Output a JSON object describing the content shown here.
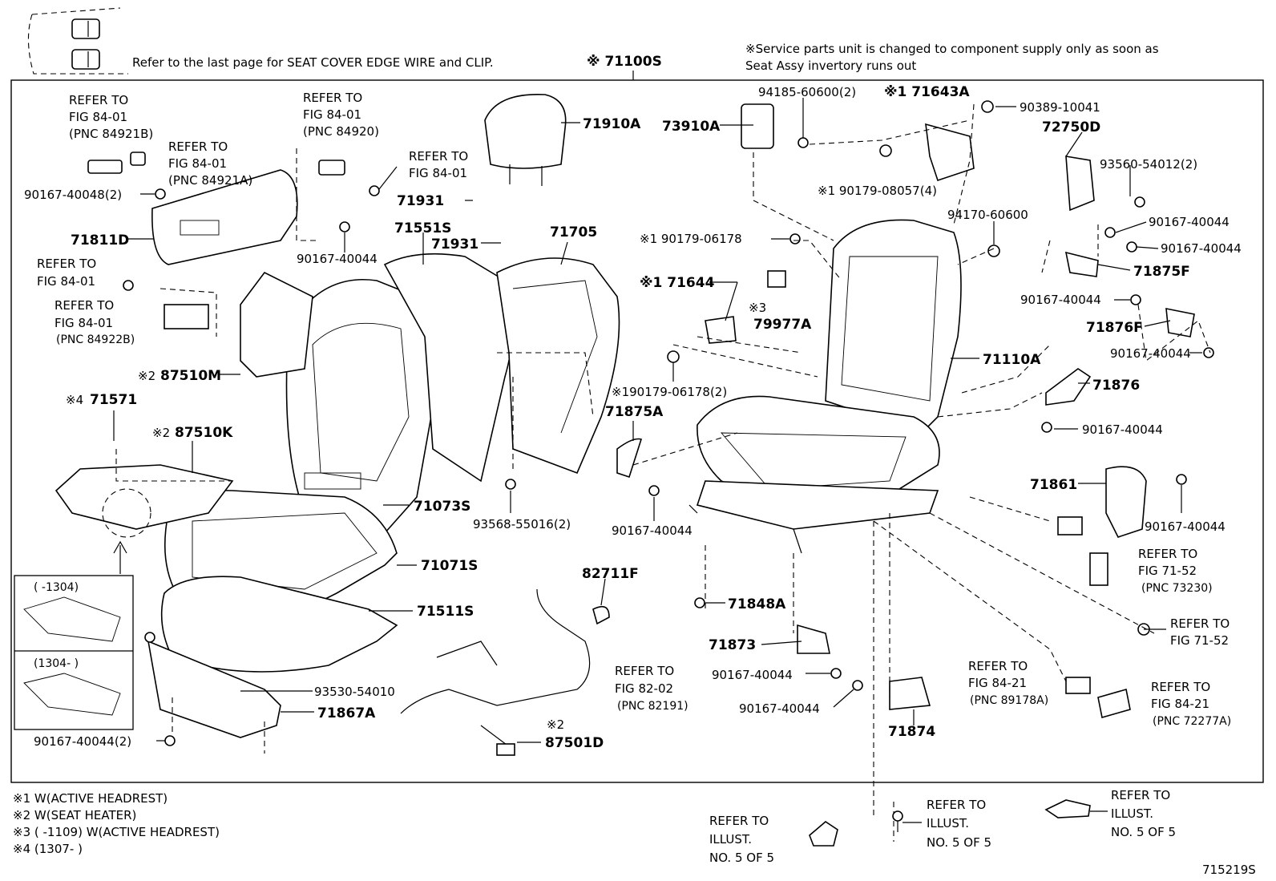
{
  "header": {
    "edge_note": "Refer to the last page for SEAT COVER EDGE WIRE and CLIP.",
    "assy_part": "※ 71100S",
    "service_note_1": "※Service parts unit is changed to component supply only as soon as",
    "service_note_2": "Seat Assy invertory runs out"
  },
  "parts": {
    "p71910A": "71910A",
    "p73910A": "73910A",
    "p94185": "94185-60600(2)",
    "p71643A": "※1 71643A",
    "p90389": "90389-10041",
    "p72750D": "72750D",
    "p93560": "93560-54012(2)",
    "p90179_08057": "※1 90179-08057(4)",
    "p94170": "94170-60600",
    "p90167_r1": "90167-40044",
    "p90167_r2": "90167-40044",
    "p71875F": "71875F",
    "p90167_r3": "90167-40044",
    "p71876F": "71876F",
    "p90167_r4": "90167-40044",
    "p90179_06178": "※1 90179-06178",
    "p71644": "※1 71644",
    "p79977A_pre": "※3",
    "p79977A": "79977A",
    "p71110A": "71110A",
    "p190179": "※190179-06178(2)",
    "p71876": "71876",
    "p90167_r5": "90167-40044",
    "p71875A": "71875A",
    "p71861": "71861",
    "p90167_r6": "90167-40044",
    "p90167_mid": "90167-40044",
    "p90167_40048": "90167-40048(2)",
    "p71811D": "71811D",
    "p90167_l1": "90167-40044",
    "p71931a": "71931",
    "p71931b": "71931",
    "p71551S": "71551S",
    "p71705": "71705",
    "p87510M_pre": "※2",
    "p87510M": "87510M",
    "p71571_pre": "※4",
    "p71571": "71571",
    "p87510K_pre": "※2",
    "p87510K": "87510K",
    "p71073S": "71073S",
    "p93568": "93568-55016(2)",
    "p71071S": "71071S",
    "p71511S": "71511S",
    "p82711F": "82711F",
    "p71848A": "71848A",
    "p71873": "71873",
    "p90167_b1": "90167-40044",
    "p90167_b2": "90167-40044",
    "p71874": "71874",
    "p93530": "93530-54010",
    "p71867A": "71867A",
    "p90167_b3": "90167-40044(2)",
    "p87501D_pre": "※2",
    "p87501D": "87501D"
  },
  "refers": {
    "r1": [
      "REFER TO",
      "FIG 84-01",
      "(PNC 84921B)"
    ],
    "r2": [
      "REFER TO",
      "FIG 84-01",
      "(PNC 84921A)"
    ],
    "r3": [
      "REFER TO",
      "FIG 84-01",
      "(PNC 84920)"
    ],
    "r4": [
      "REFER TO",
      "FIG 84-01"
    ],
    "r5": [
      "REFER TO",
      "FIG 84-01"
    ],
    "r6": [
      "REFER TO",
      "FIG 84-01",
      "(PNC 84922B)"
    ],
    "r7": [
      "REFER TO",
      "FIG 82-02",
      "(PNC 82191)"
    ],
    "r8": [
      "REFER TO",
      "FIG 71-52",
      "(PNC 73230)"
    ],
    "r9": [
      "REFER TO",
      "FIG 71-52"
    ],
    "r10": [
      "REFER TO",
      "FIG 84-21",
      "(PNC 89178A)"
    ],
    "r11": [
      "REFER TO",
      "FIG 84-21",
      "(PNC 72277A)"
    ],
    "r12": [
      "REFER TO",
      "ILLUST.",
      "NO. 5 OF 5"
    ],
    "r13": [
      "REFER TO",
      "ILLUST.",
      "NO. 5 OF 5"
    ],
    "r14": [
      "REFER TO",
      "ILLUST.",
      "NO. 5 OF 5"
    ]
  },
  "inset": {
    "top_label": "(      -1304)",
    "bottom_label": "(1304-      )"
  },
  "footnotes": [
    "※1 W(ACTIVE HEADREST)",
    "※2 W(SEAT HEATER)",
    "※3 (      -1109) W(ACTIVE HEADREST)",
    "※4 (1307-      )"
  ],
  "figure_id": "715219S"
}
